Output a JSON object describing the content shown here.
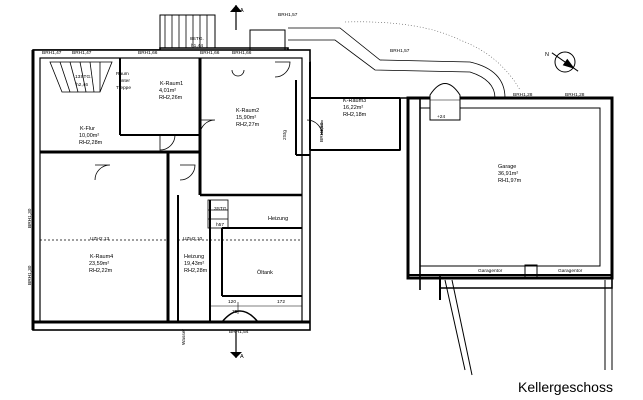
{
  "title": "Kellergeschoss",
  "rooms": {
    "flur": {
      "name": "K-Flur",
      "area": "10,00m²",
      "height": "RH2,28m"
    },
    "raum1": {
      "name": "K-Raum1",
      "area": "4,01m²",
      "height": "RH2,26m"
    },
    "raum2": {
      "name": "K-Raum2",
      "area": "15,90m²",
      "height": "RH2,27m"
    },
    "raum3": {
      "name": "K-Raum3",
      "area": "16,22m²",
      "height": "RH2,18m"
    },
    "raum4": {
      "name": "K-Raum4",
      "area": "23,59m²",
      "height": "RH2,22m"
    },
    "heizung": {
      "name": "Heizung",
      "area": "19,43m²",
      "height": "RH2,28m"
    },
    "garage": {
      "name": "Garage",
      "area": "36,91m²",
      "height": "RH1,97m"
    }
  },
  "labels": {
    "raum_unter_treppe": [
      "Raum",
      "unter",
      "Treppe"
    ],
    "oeltank": "Öltank",
    "heizung_top": "Heizung",
    "garagentor_left": "Garagentor",
    "garagentor_right": "Garagentor",
    "wasser": "Wasser",
    "stg13": "13STG.",
    "h246": "h2,46",
    "stg8": "8STG.",
    "h144": "h1,44",
    "stg3": "3STG.",
    "h57": "h57",
    "uzh213": "UZH2,13",
    "uzh210": "UZH2,10",
    "stg_2": "2Stg",
    "plus24": "+24"
  },
  "sill_heights": {
    "brh157_top": "BRH1,57",
    "brh157_right": "BRH1,57",
    "brh147_a": "BRH1,47",
    "brh147_b": "BRH1,47",
    "brh166_a": "BRH1,66",
    "brh166_b": "BRH1,66",
    "brh166_c": "BRH1,66",
    "brh150": "BRH1,50",
    "brh130_a": "BRH1,30",
    "brh130_b": "BRH1,30",
    "brh128_a": "BRH1,28",
    "brh128_b": "BRH1,28",
    "brh154": "BRH1,54"
  },
  "dimensions": {
    "d120": "120",
    "d75": "75",
    "d172": "172"
  },
  "section_marker": "A",
  "north": "N"
}
